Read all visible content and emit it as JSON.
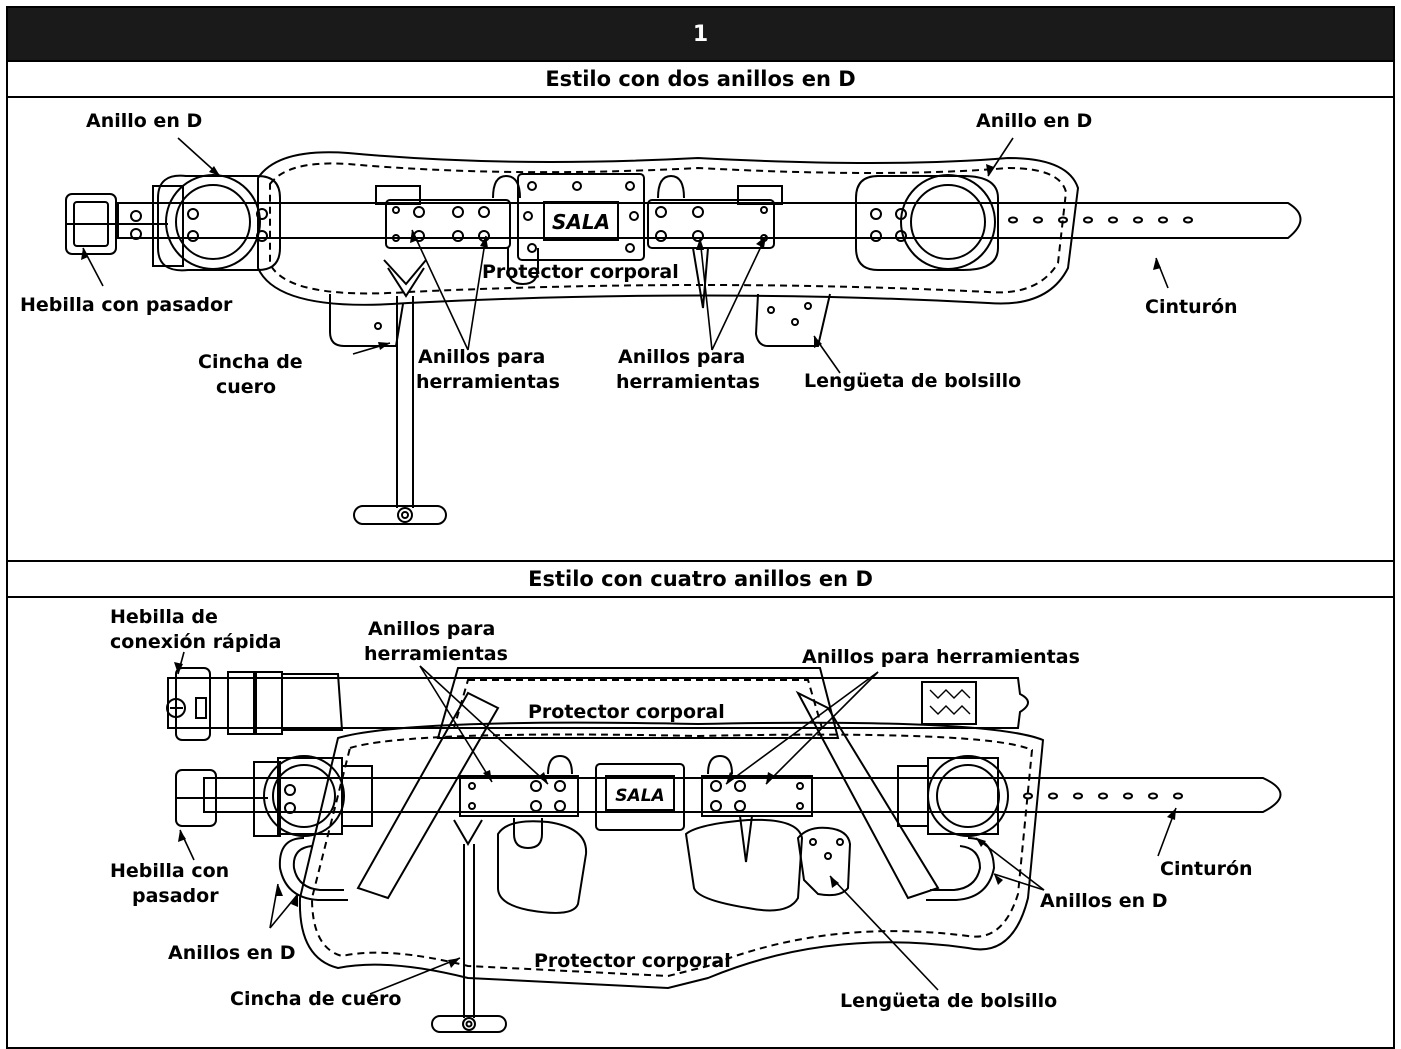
{
  "figure": {
    "number": "1"
  },
  "section1": {
    "title": "Estilo con dos anillos en D",
    "labels": {
      "d_ring_left": "Anillo en D",
      "d_ring_right": "Anillo en D",
      "tongue_buckle": "Hebilla con pasador",
      "body_pad": "Protector corporal",
      "belt": "Cinturón",
      "leather_strap_l1": "Cincha de",
      "leather_strap_l2": "cuero",
      "tool_rings_left_l1": "Anillos para",
      "tool_rings_left_l2": "herramientas",
      "tool_rings_right_l1": "Anillos para",
      "tool_rings_right_l2": "herramientas",
      "pocket_tab": "Lengüeta de bolsillo",
      "logo": "SALA"
    }
  },
  "section2": {
    "title": "Estilo con cuatro anillos en D",
    "labels": {
      "quick_buckle_l1": "Hebilla de",
      "quick_buckle_l2": "conexión rápida",
      "tool_rings_left_l1": "Anillos para",
      "tool_rings_left_l2": "herramientas",
      "tool_rings_right": "Anillos para herramientas",
      "body_pad_top": "Protector corporal",
      "tongue_buckle_l1": "Hebilla con",
      "tongue_buckle_l2": "pasador",
      "belt": "Cinturón",
      "d_rings_right": "Anillos en D",
      "d_rings_left": "Anillos en D",
      "body_pad_bottom": "Protector corporal",
      "leather_strap": "Cincha de cuero",
      "pocket_tab": "Lengüeta de bolsillo",
      "logo": "SALA"
    }
  },
  "colors": {
    "header_bg": "#1a1a1a",
    "line": "#000000",
    "background": "#ffffff"
  }
}
